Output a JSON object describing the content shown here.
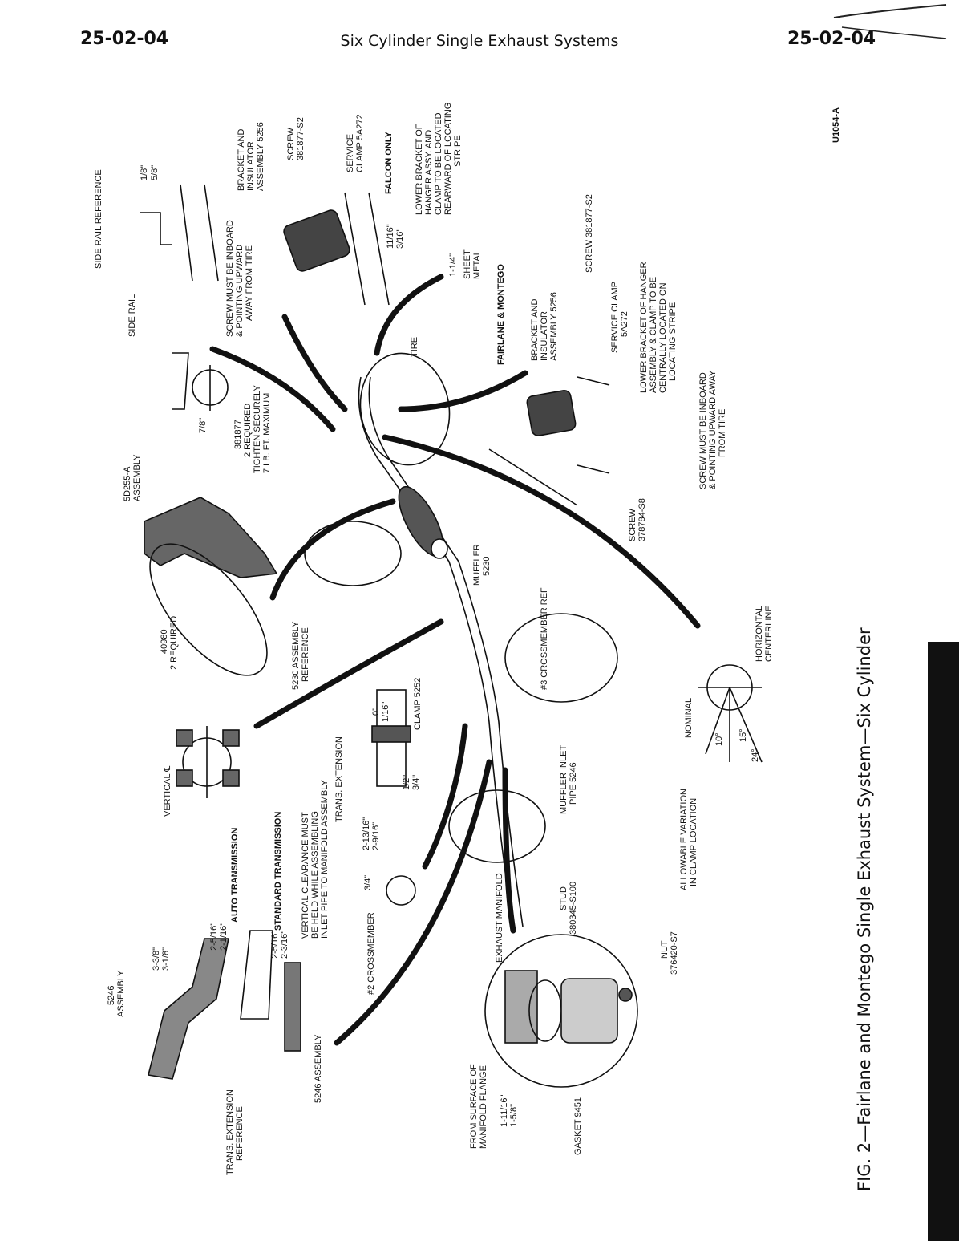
{
  "header": {
    "page_left": "25-02-04",
    "title": "Six Cylinder Single Exhaust Systems",
    "page_right": "25-02-04"
  },
  "figure": {
    "code": "U1054-A",
    "caption": "FIG. 2—Fairlane and Montego Single Exhaust System—Six Cylinder"
  },
  "labels": {
    "side_rail_reference": "SIDE RAIL REFERENCE",
    "dim_1_8": "1/8\"",
    "dim_5_8": "5/8\"",
    "side_rail": "SIDE RAIL",
    "dim_7_8": "7/8\"",
    "bracket_top_1": "BRACKET AND",
    "bracket_top_2": "INSULATOR",
    "bracket_top_3": "ASSEMBLY 5256",
    "screw_top_1": "SCREW",
    "screw_top_2": "381877-S2",
    "service_clamp_top_1": "SERVICE",
    "service_clamp_top_2": "CLAMP 5A272",
    "falcon_only": "FALCON ONLY",
    "lower_bracket_top_1": "LOWER BRACKET OF",
    "lower_bracket_top_2": "HANGER ASSY. AND",
    "lower_bracket_top_3": "CLAMP TO BE LOCATED",
    "lower_bracket_top_4": "REARWARD OF LOCATING",
    "lower_bracket_top_5": "STRIPE",
    "screw_inboard_top_1": "SCREW MUST BE INBOARD",
    "screw_inboard_top_2": "& POINTING UPWARD",
    "screw_inboard_top_3": "AWAY FROM TIRE",
    "dim_11_16": "11/16\"",
    "dim_3_16": "3/16\"",
    "dim_1_1_4": "1-1/4\"",
    "sheet_metal_1": "SHEET",
    "sheet_metal_2": "METAL",
    "fairlane_montego": "FAIRLANE & MONTEGO",
    "tire": "TIRE",
    "bracket_mid_1": "BRACKET AND",
    "bracket_mid_2": "INSULATOR",
    "bracket_mid_3": "ASSEMBLY 5256",
    "screw_381877": "SCREW 381877-S2",
    "service_clamp_mid_1": "SERVICE CLAMP",
    "service_clamp_mid_2": "5A272",
    "lower_bracket_mid_1": "LOWER BRACKET OF HANGER",
    "lower_bracket_mid_2": "ASSEMBLY & CLAMP TO BE",
    "lower_bracket_mid_3": "CENTRALLY LOCATED ON",
    "lower_bracket_mid_4": "LOCATING STRIPE",
    "screw_inboard_mid_1": "SCREW MUST BE INBOARD",
    "screw_inboard_mid_2": "& POINTING UPWARD AWAY",
    "screw_inboard_mid_3": "FROM TIRE",
    "screw_378_1": "SCREW",
    "screw_378_2": "378784-S8",
    "assy_5d255_1": "5D255-A",
    "assy_5d255_2": "ASSEMBLY",
    "r381877_1": "381877",
    "r381877_2": "2 REQUIRED",
    "r381877_3": "TIGHTEN SECURELY",
    "r381877_4": "7 LB. FT. MAXIMUM",
    "muffler_1": "MUFFLER",
    "muffler_2": "5230",
    "crossmember3": "#3 CROSSMEMBER REF",
    "horizontal_cl_1": "HORIZONTAL",
    "horizontal_cl_2": "CENTERLINE",
    "r40980_1": "40980",
    "r40980_2": "2 REQUIRED",
    "assy_5230_1": "5230 ASSEMBLY",
    "assy_5230_2": "REFERENCE",
    "nominal": "NOMINAL",
    "deg_10": "10°",
    "deg_15": "15°",
    "deg_24": "24°",
    "vertical_cl": "VERTICAL ℄",
    "clamp_5252": "CLAMP 5252",
    "dim_0": "0\"",
    "dim_1_16": "1/16\"",
    "trans_extension": "TRANS. EXTENSION",
    "dim_1_2": "1/2\"",
    "dim_3_4a": "3/4\"",
    "dim_2_13_16": "2-13/16\"",
    "dim_2_9_16": "2-9/16\"",
    "muffler_inlet_1": "MUFFLER INLET",
    "muffler_inlet_2": "PIPE 5246",
    "allowable_1": "ALLOWABLE VARIATION",
    "allowable_2": "IN CLAMP LOCATION",
    "auto_trans": "AUTO TRANSMISSION",
    "std_trans": "STANDARD TRANSMISSION",
    "dim_2_5_16a": "2-5/16\"",
    "dim_2_1_16": "2-1/16\"",
    "dim_2_5_16b": "2-5/16\"",
    "dim_2_3_16": "2-3/16\"",
    "vertical_clear_1": "VERTICAL CLEARANCE MUST",
    "vertical_clear_2": "BE HELD WHILE ASSEMBLING",
    "vertical_clear_3": "INLET PIPE TO MANIFOLD ASSEMBLY",
    "dim_3_4b": "3/4\"",
    "crossmember2": "#2 CROSSMEMBER",
    "exhaust_manifold": "EXHAUST MANIFOLD",
    "stud_1": "STUD",
    "stud_2": "380345-S100",
    "nut_1": "NUT",
    "nut_2": "376420-S7",
    "dim_3_3_8": "3-3/8\"",
    "dim_3_1_8": "3-1/8\"",
    "assy_5246_top_1": "5246",
    "assy_5246_top_2": "ASSEMBLY",
    "trans_ext_ref_1": "TRANS. EXTENSION",
    "trans_ext_ref_2": "REFERENCE",
    "assy_5246_bottom": "5246 ASSEMBLY",
    "from_surface_1": "FROM SURFACE OF",
    "from_surface_2": "MANIFOLD FLANGE",
    "dim_1_11_16": "1-11/16\"",
    "dim_1_5_8": "1-5/8\"",
    "gasket": "GASKET 9451"
  }
}
